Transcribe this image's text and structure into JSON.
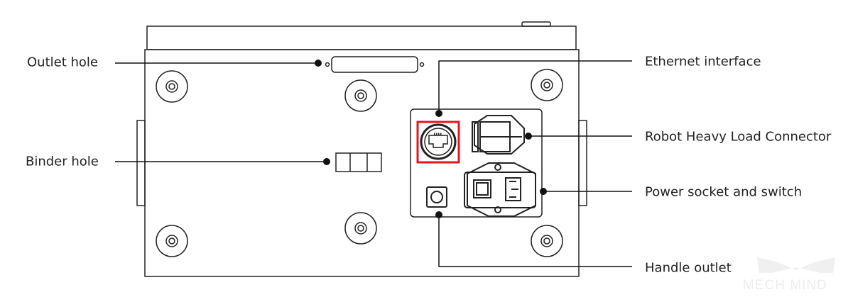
{
  "labels": {
    "outlet_hole": "Outlet hole",
    "binder_hole": "Binder hole",
    "ethernet_interface": "Ethernet interface",
    "robot_heavy_load_connector": "Robot Heavy Load Connector",
    "power_socket_and_switch": "Power socket and switch",
    "handle_outlet": "Handle outlet"
  },
  "watermark": "MECH MIND",
  "highlight_color": "#e8141b"
}
